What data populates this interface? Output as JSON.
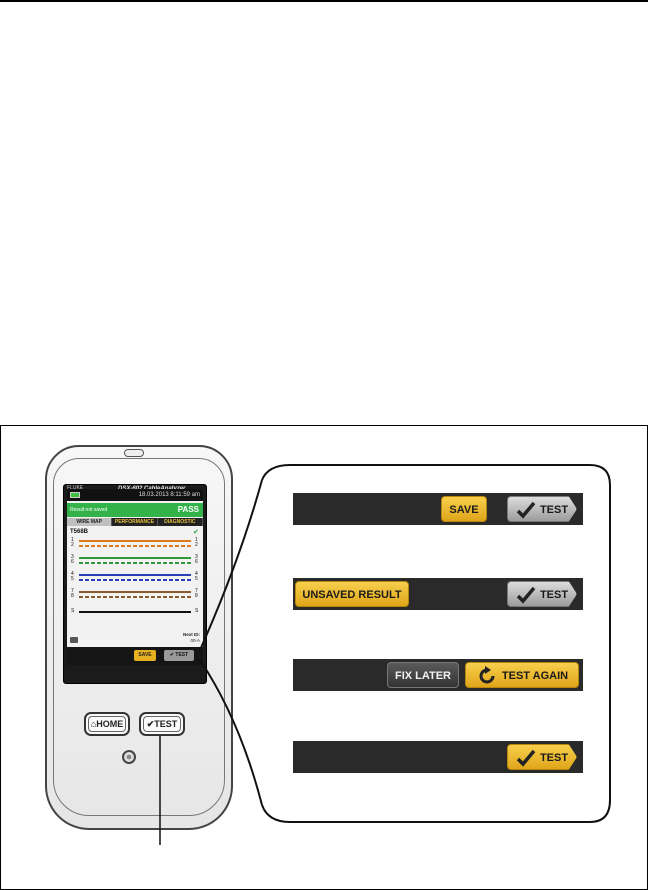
{
  "device": {
    "brand_line1": "FLUKE",
    "brand_line2": "networks",
    "model": "DSX-602 CableAnalyzer",
    "status_time": "18.03.2013 8:11:59 am",
    "result_note": "Result not saved",
    "result": "PASS",
    "tabs": [
      "WIRE MAP",
      "PERFORMANCE",
      "DIAGNOSTIC"
    ],
    "standard": "T568B",
    "pins": [
      {
        "left": "1",
        "right": "1",
        "color": "#e07a1a"
      },
      {
        "left": "2",
        "right": "2",
        "color": "#e07a1a"
      },
      {
        "left": "3",
        "right": "3",
        "color": "#2f9a3a"
      },
      {
        "left": "6",
        "right": "6",
        "color": "#2f9a3a"
      },
      {
        "left": "4",
        "right": "4",
        "color": "#2b3fb8"
      },
      {
        "left": "5",
        "right": "5",
        "color": "#2b3fb8"
      },
      {
        "left": "7",
        "right": "7",
        "color": "#8a5a2a"
      },
      {
        "left": "8",
        "right": "8",
        "color": "#8a5a2a"
      },
      {
        "left": "S",
        "right": "S",
        "color": "#111111"
      }
    ],
    "next_label": "Next ID:",
    "next_id": "00-A",
    "save_label": "SAVE",
    "test_label": "TEST",
    "home_hw_label": "HOME",
    "test_hw_label": "TEST"
  },
  "callout": {
    "rows": [
      {
        "buttons": [
          {
            "label": "SAVE",
            "style": "yellow"
          },
          {
            "label": "TEST",
            "style": "gray",
            "icon": "check-icon"
          }
        ]
      },
      {
        "buttons": [
          {
            "label": "UNSAVED RESULT",
            "style": "yellow"
          },
          {
            "label": "TEST",
            "style": "gray",
            "icon": "check-icon"
          }
        ]
      },
      {
        "buttons": [
          {
            "label": "FIX LATER",
            "style": "dark"
          },
          {
            "label": "TEST AGAIN",
            "style": "yellow",
            "icon": "refresh-icon"
          }
        ]
      },
      {
        "buttons": [
          {
            "label": "TEST",
            "style": "yellow",
            "icon": "check-icon"
          }
        ]
      }
    ]
  },
  "colors": {
    "pass_green": "#34b24a",
    "button_yellow": "#e6b020",
    "button_gray": "#a6a6a6",
    "bar_dark": "#2a2a2a"
  }
}
